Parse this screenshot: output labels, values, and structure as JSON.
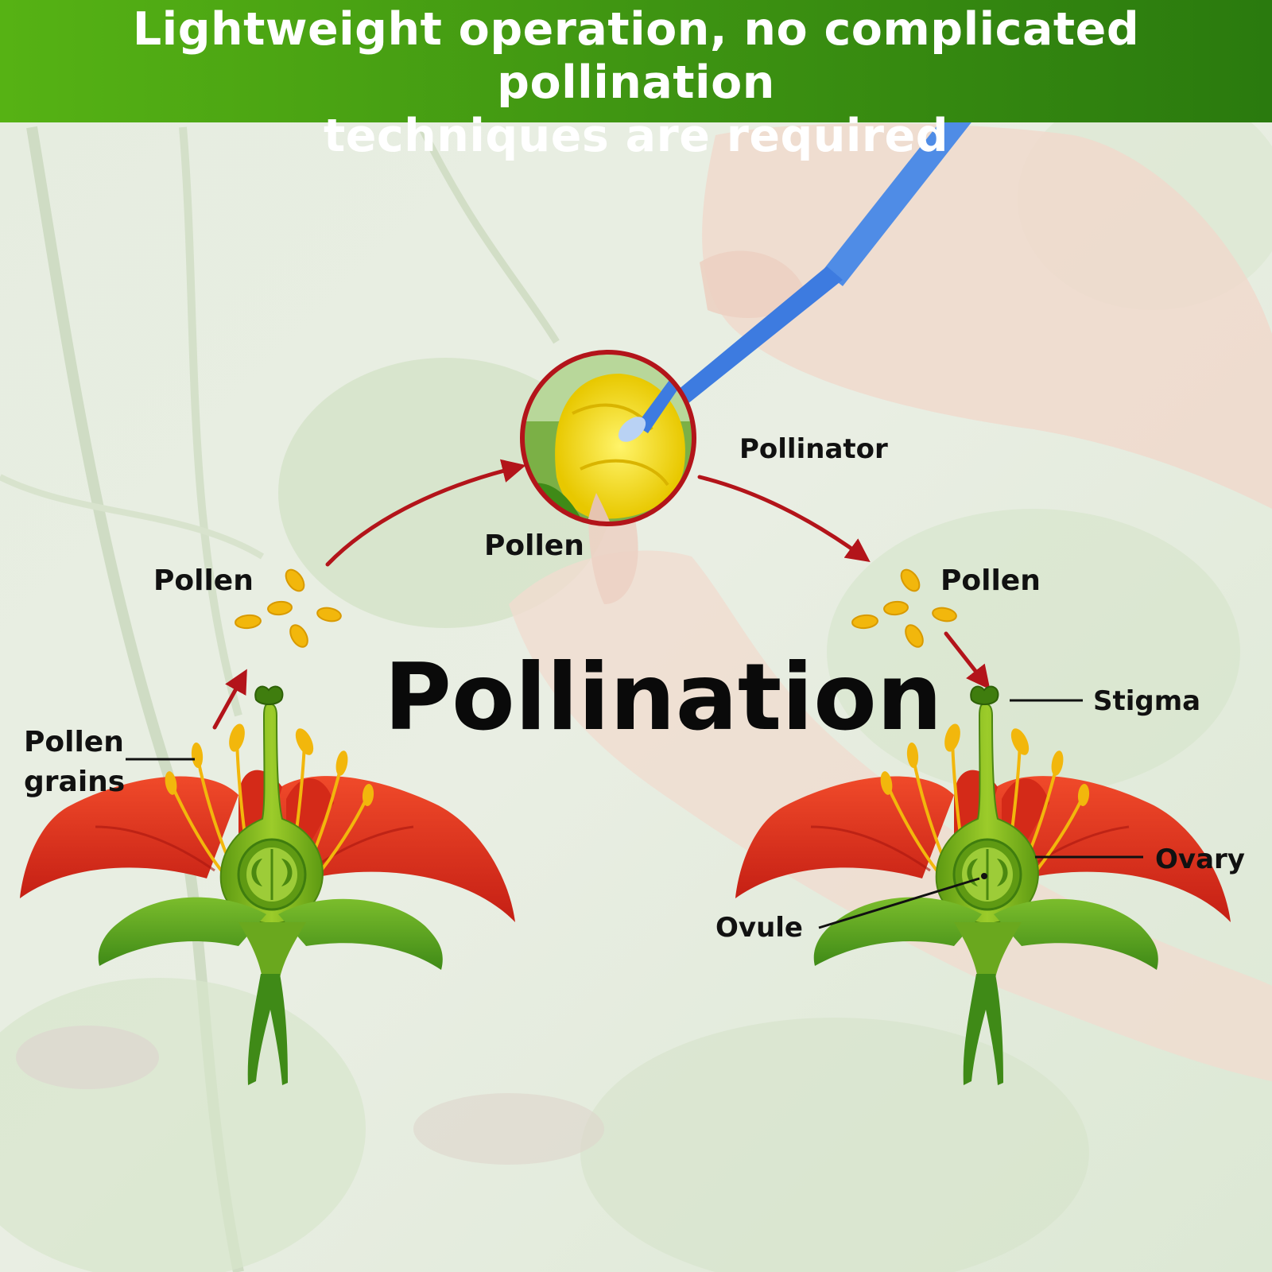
{
  "header": {
    "line1": "Lightweight operation, no complicated pollination",
    "line2": "techniques are required"
  },
  "diagram": {
    "title": "Pollination",
    "labels": {
      "pollen_left": "Pollen",
      "pollen_center": "Pollen",
      "pollen_right": "Pollen",
      "pollinator": "Pollinator",
      "pollen_grains_1": "Pollen",
      "pollen_grains_2": "grains",
      "stigma": "Stigma",
      "ovary": "Ovary",
      "ovule": "Ovule"
    }
  },
  "colors": {
    "banner_start": "#56b214",
    "banner_end": "#2a7a0e",
    "arrow": "#b3141a",
    "petal": "#e5311c",
    "pistil": "#7fb61f",
    "pollen": "#f2b70c",
    "pollinator_tool": "#3d7be0"
  }
}
